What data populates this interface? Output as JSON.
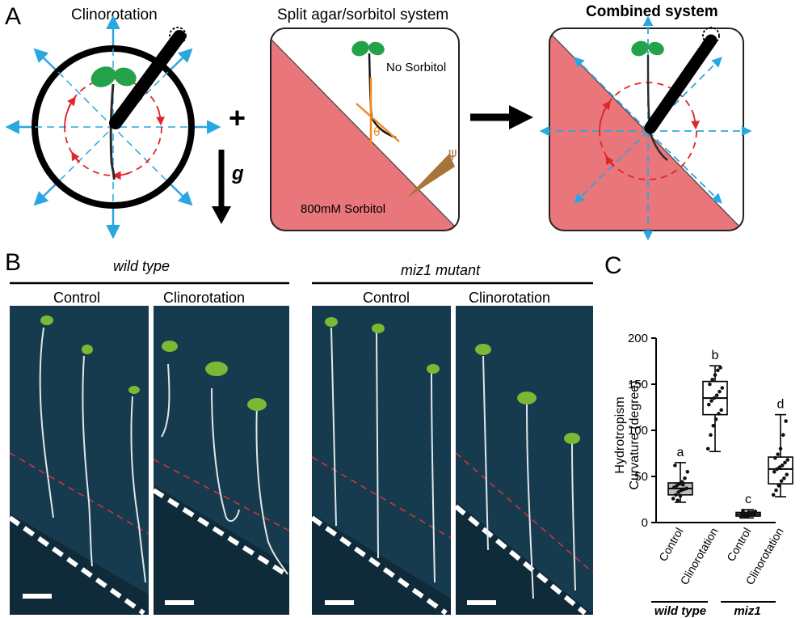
{
  "panel_a": {
    "letter": "A",
    "clinorotation_title": "Clinorotation",
    "plus": "+",
    "gravity_label": "g",
    "split_title": "Split agar/sorbitol system",
    "no_sorbitol_label": "No Sorbitol",
    "theta_label": "θ",
    "psi_label": "ψ",
    "sorbitol_label": "800mM Sorbitol",
    "combined_title": "Combined system",
    "colors": {
      "sorbitol_fill": "#e8767a",
      "arrow_blue": "#2aa7e0",
      "dashed_red": "#e0262a",
      "seedling_green": "#23a24a",
      "angle_orange": "#f08a24",
      "psi_brown": "#a9743a"
    }
  },
  "panel_b": {
    "letter": "B",
    "wild_type_label": "wild type",
    "mutant_label": "miz1 mutant",
    "wt_control": "Control",
    "wt_clino": "Clinorotation",
    "mut_control": "Control",
    "mut_clino": "Clinorotation",
    "colors": {
      "plate_bg": "#163a4e",
      "boundary_red": "#d9353a"
    }
  },
  "panel_c": {
    "letter": "C",
    "ylabel_line1": "Hydrotropism",
    "ylabel_line2": "Curvature (degree)",
    "yticks": [
      "0",
      "50",
      "100",
      "150",
      "200"
    ],
    "group_wt": "wild type",
    "group_miz": "miz1"
  },
  "chart_data": {
    "type": "box",
    "title": "",
    "ylabel": "Hydrotropism Curvature (degree)",
    "ylim": [
      0,
      200
    ],
    "yticks": [
      0,
      50,
      100,
      150,
      200
    ],
    "boxes": [
      {
        "group": "wild type",
        "label": "Control",
        "min": 22,
        "q1": 30,
        "median": 37,
        "q3": 43,
        "max": 65,
        "letter": "a",
        "fill": "#bdbdbd"
      },
      {
        "group": "wild type",
        "label": "Clinorotation",
        "min": 77,
        "q1": 117,
        "median": 135,
        "q3": 153,
        "max": 170,
        "letter": "b",
        "fill": "#ffffff"
      },
      {
        "group": "miz1",
        "label": "Control",
        "min": 5,
        "q1": 7,
        "median": 9,
        "q3": 11,
        "max": 14,
        "letter": "c",
        "fill": "#bdbdbd"
      },
      {
        "group": "miz1",
        "label": "Clinorotation",
        "min": 28,
        "q1": 42,
        "median": 58,
        "q3": 71,
        "max": 117,
        "letter": "d",
        "fill": "#ffffff"
      }
    ],
    "points": [
      [
        26,
        30,
        33,
        35,
        36,
        37,
        38,
        40,
        42,
        44,
        48,
        55,
        62,
        24,
        29,
        41
      ],
      [
        80,
        95,
        105,
        112,
        118,
        122,
        128,
        132,
        135,
        138,
        142,
        146,
        150,
        155,
        160,
        165,
        168
      ],
      [
        6,
        7,
        7,
        8,
        8,
        9,
        9,
        10,
        10,
        11,
        11,
        12,
        13,
        9,
        8
      ],
      [
        30,
        35,
        40,
        45,
        48,
        52,
        55,
        58,
        60,
        62,
        65,
        68,
        70,
        74,
        80,
        95,
        110
      ]
    ]
  }
}
